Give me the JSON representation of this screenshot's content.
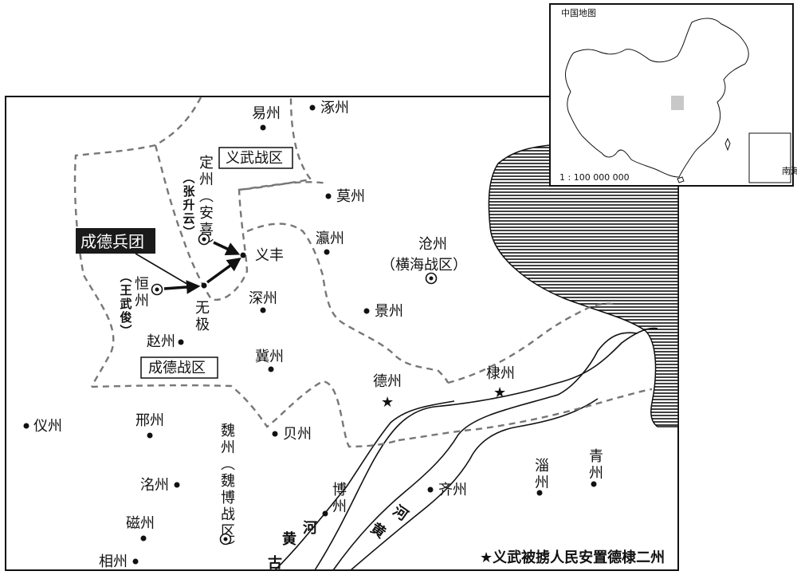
{
  "map": {
    "cities": [
      {
        "name": "易州"
      },
      {
        "name": "涿州"
      },
      {
        "name": "莫州"
      },
      {
        "name": "瀛州"
      },
      {
        "name": "沧州"
      },
      {
        "name": "景州"
      },
      {
        "name": "深州"
      },
      {
        "name": "冀州"
      },
      {
        "name": "德州"
      },
      {
        "name": "棣州"
      },
      {
        "name": "赵州"
      },
      {
        "name": "贝州"
      },
      {
        "name": "邢州"
      },
      {
        "name": "仪州"
      },
      {
        "name": "洺州"
      },
      {
        "name": "磁州"
      },
      {
        "name": "相州"
      },
      {
        "name": "博州"
      },
      {
        "name": "齐州"
      },
      {
        "name": "淄州"
      },
      {
        "name": "青州"
      },
      {
        "name": "无极"
      },
      {
        "name": "义丰"
      }
    ],
    "capitals": {
      "dingzhou": {
        "name": "定州",
        "note": "（安喜）",
        "leader": "（张升云）"
      },
      "hengzhou": {
        "name": "恒州",
        "leader": "（王武俊）"
      },
      "cangzhou": {
        "name": "沧州",
        "note": "（横海战区）"
      },
      "weizhou": {
        "name": "魏州",
        "note": "（魏博战区）"
      }
    },
    "regions": {
      "yiwu": "义武战区",
      "chengde": "成德战区"
    },
    "army_label": "成德兵团",
    "rivers": {
      "huanghe": [
        "黄",
        "河"
      ],
      "guhuanghe": [
        "古",
        "黄",
        "河"
      ]
    },
    "legend_note": "★义武被掳人民安置德棣二州",
    "inset": {
      "title": "中国地图",
      "scale": "1 : 100 000 000",
      "south_sea": "南海诸岛"
    }
  }
}
